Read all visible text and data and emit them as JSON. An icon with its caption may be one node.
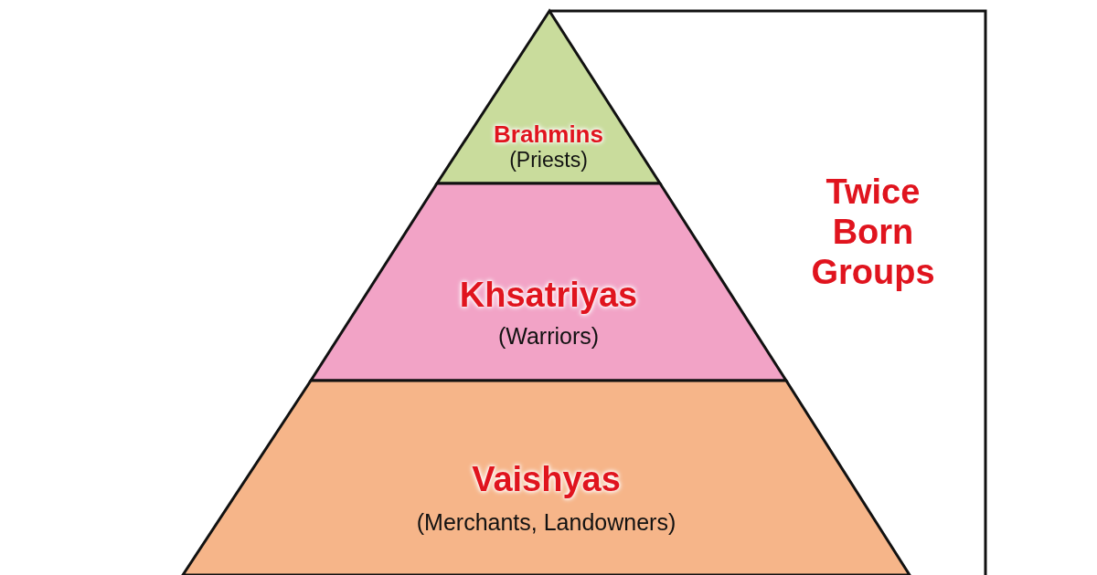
{
  "diagram": {
    "nodes": [
      {
        "text": [
          "Brahmins",
          "(Priests)"
        ]
      },
      {
        "text": [
          "Khsatriyas",
          "(Warriors)"
        ]
      },
      {
        "text": [
          "Vaishyas",
          "(Merchants, Landowners)"
        ]
      }
    ],
    "labels": [
      "Twice Born Groups"
    ]
  }
}
